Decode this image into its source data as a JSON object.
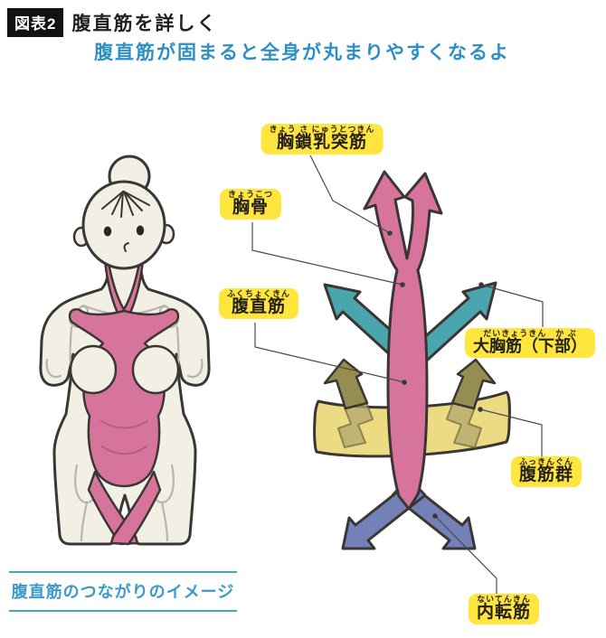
{
  "header": {
    "tag": "図表2",
    "title": "腹直筋を詳しく",
    "subtitle": "腹直筋が固まると全身が丸まりやすくなるよ"
  },
  "diagram_labels": [
    {
      "id": "sternocleidomastoid",
      "furigana": "きょう さ にゅうとつきん",
      "label": "胸鎖乳突筋"
    },
    {
      "id": "sternum",
      "furigana": "きょうこつ",
      "label": "胸骨"
    },
    {
      "id": "rectus-abdominis",
      "furigana": "ふくちょくきん",
      "label": "腹直筋"
    },
    {
      "id": "pectoralis-major-lower",
      "furigana": "だいきょうきん　か ぶ",
      "label": "大胸筋（下部）"
    },
    {
      "id": "abdominal-muscle-group",
      "furigana": "ふっきんぐん",
      "label": "腹筋群"
    },
    {
      "id": "adductor",
      "furigana": "ないてんきん",
      "label": "内転筋"
    }
  ],
  "caption": "腹直筋のつながりのイメージ",
  "colors": {
    "title_blue": "#2e8fc6",
    "label_yellow": "#ffe53e",
    "muscle_pink": "#d7749b",
    "teal": "#4aa5ae",
    "band_yellow": "#ecdb82",
    "olive": "#968d50",
    "olive_light": "#b0a76c",
    "arrow_blue": "#7481b8",
    "outline": "#3a3633",
    "body_cream": "#f2efe5",
    "contour_gray": "#b9b5ab",
    "caption_blue": "#4aa0c8",
    "leader": "#4a4a4a",
    "tag_bg": "#141110",
    "text_dark": "#221f1c"
  }
}
